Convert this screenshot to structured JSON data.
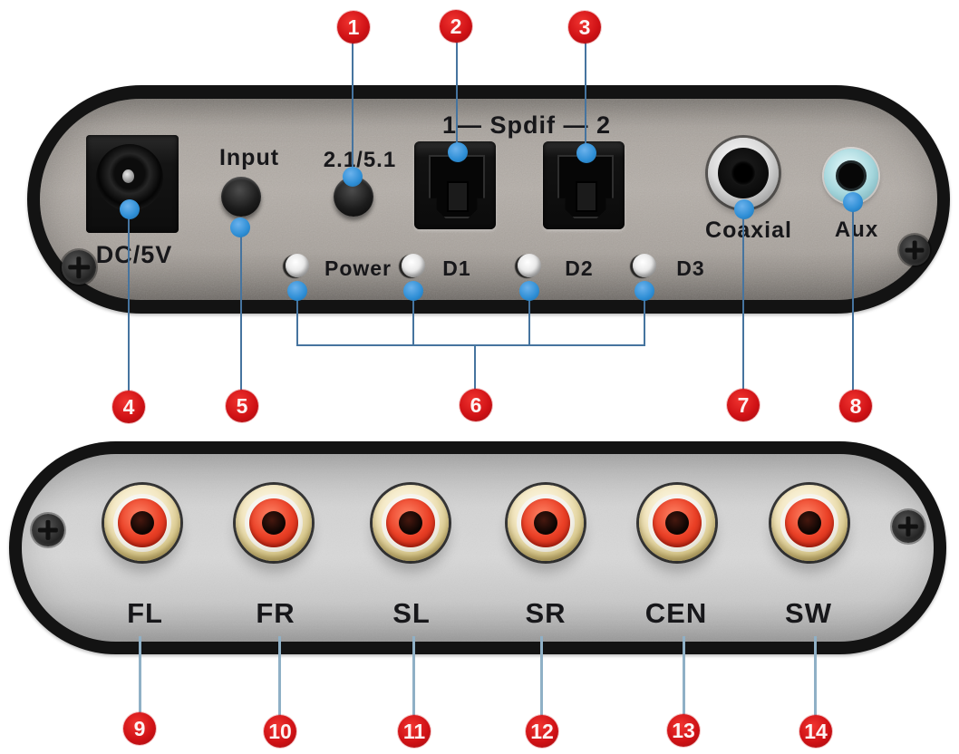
{
  "top_panel": {
    "dc_label": "DC/5V",
    "input_label": "Input",
    "mode_label": "2.1/5.1",
    "spdif_label": "1— Spdif — 2",
    "coaxial_label": "Coaxial",
    "aux_label": "Aux",
    "leds": [
      {
        "label": "Power"
      },
      {
        "label": "D1"
      },
      {
        "label": "D2"
      },
      {
        "label": "D3"
      }
    ]
  },
  "bottom_panel": {
    "jacks": [
      {
        "label": "FL"
      },
      {
        "label": "FR"
      },
      {
        "label": "SL"
      },
      {
        "label": "SR"
      },
      {
        "label": "CEN"
      },
      {
        "label": "SW"
      }
    ]
  },
  "callouts": [
    {
      "label": "1"
    },
    {
      "label": "2"
    },
    {
      "label": "3"
    },
    {
      "label": "4"
    },
    {
      "label": "5"
    },
    {
      "label": "6"
    },
    {
      "label": "7"
    },
    {
      "label": "8"
    },
    {
      "label": "9"
    },
    {
      "label": "10"
    },
    {
      "label": "11"
    },
    {
      "label": "12"
    },
    {
      "label": "13"
    },
    {
      "label": "14"
    }
  ],
  "colors": {
    "callout_red": "#cf1115",
    "leader_line_blue": "#46749f",
    "leader_line_light_blue": "#8fb0c6",
    "marker_dot_blue": "#2f8fd6",
    "rca_red": "#ea4026",
    "aux_ring_cyan": "#a5d6dc",
    "top_panel_silver": "#aba59f",
    "bottom_panel_gray": "#d2d2d2"
  }
}
